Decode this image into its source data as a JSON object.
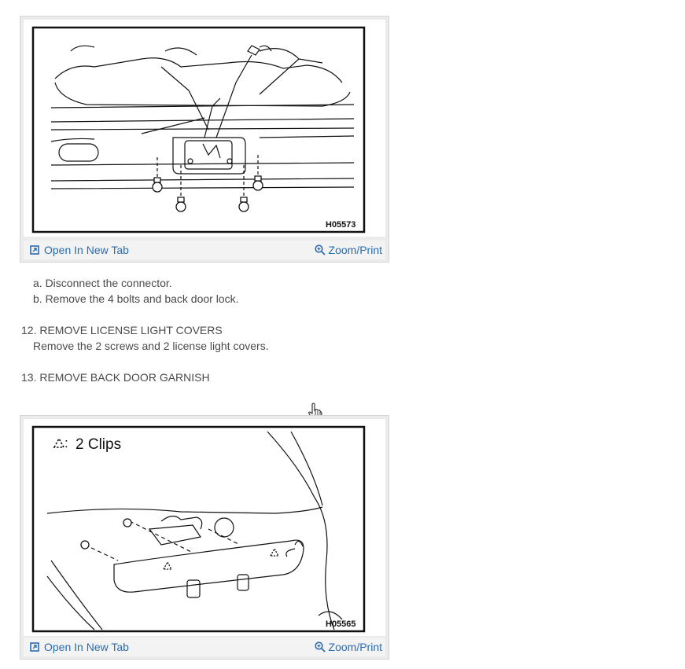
{
  "figure1": {
    "code": "H05573",
    "open_label": "Open In New Tab",
    "zoom_label": "Zoom/Print"
  },
  "steps": {
    "line_a": "a. Disconnect the connector.",
    "line_b": "b. Remove the 4 bolts and back door lock.",
    "step12_title": "12. REMOVE LICENSE LIGHT COVERS",
    "step12_body": "Remove the 2 screws and 2 license light covers.",
    "step13_title": "13. REMOVE BACK DOOR GARNISH"
  },
  "figure2": {
    "legend": "2 Clips",
    "code": "H05565",
    "open_label": "Open In New Tab",
    "zoom_label": "Zoom/Print"
  },
  "colors": {
    "link": "#2a6cb0",
    "text": "#4a4a4a",
    "frame": "#ebebeb"
  }
}
